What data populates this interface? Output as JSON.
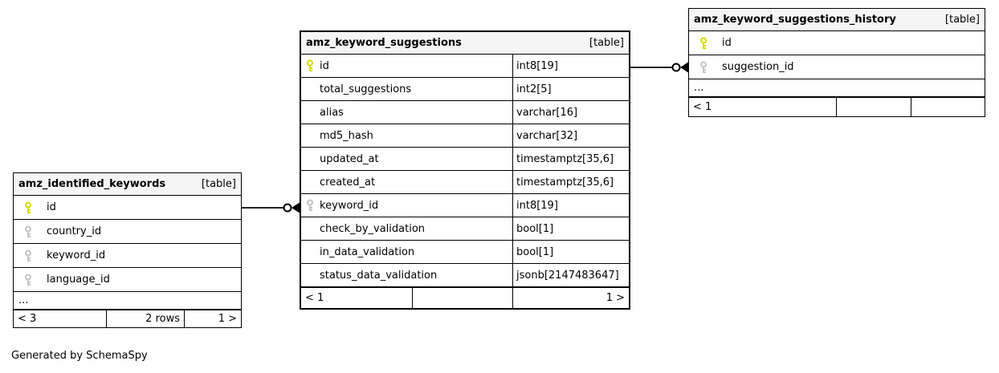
{
  "note": "Generated by SchemaSpy",
  "colors": {
    "header_bg": "#f5f5f5",
    "border": "#000000",
    "primary_key": "#d9d900",
    "foreign_key": "#c4c4c4",
    "connector": "#222222"
  },
  "tables": [
    {
      "name": "amz_identified_keywords",
      "badge": "[table]",
      "columns": [
        {
          "name": "id",
          "key": "primary"
        },
        {
          "name": "country_id",
          "key": "foreign"
        },
        {
          "name": "keyword_id",
          "key": "foreign"
        },
        {
          "name": "language_id",
          "key": "foreign"
        }
      ],
      "ellipsis": "...",
      "footer": {
        "left": "< 3",
        "center": "2 rows",
        "right": "1 >"
      }
    },
    {
      "name": "amz_keyword_suggestions",
      "badge": "[table]",
      "columns": [
        {
          "name": "id",
          "key": "primary",
          "type": "int8[19]"
        },
        {
          "name": "total_suggestions",
          "key": "",
          "type": "int2[5]"
        },
        {
          "name": "alias",
          "key": "",
          "type": "varchar[16]"
        },
        {
          "name": "md5_hash",
          "key": "",
          "type": "varchar[32]"
        },
        {
          "name": "updated_at",
          "key": "",
          "type": "timestamptz[35,6]"
        },
        {
          "name": "created_at",
          "key": "",
          "type": "timestamptz[35,6]"
        },
        {
          "name": "keyword_id",
          "key": "foreign",
          "type": "int8[19]"
        },
        {
          "name": "check_by_validation",
          "key": "",
          "type": "bool[1]"
        },
        {
          "name": "in_data_validation",
          "key": "",
          "type": "bool[1]"
        },
        {
          "name": "status_data_validation",
          "key": "",
          "type": "jsonb[2147483647]"
        }
      ],
      "footer": {
        "left": "< 1",
        "center": "",
        "right": "1 >"
      }
    },
    {
      "name": "amz_keyword_suggestions_history",
      "badge": "[table]",
      "columns": [
        {
          "name": "id",
          "key": "primary"
        },
        {
          "name": "suggestion_id",
          "key": "foreign"
        }
      ],
      "ellipsis": "...",
      "footer": {
        "left": "< 1",
        "center": "",
        "right": ""
      }
    }
  ]
}
